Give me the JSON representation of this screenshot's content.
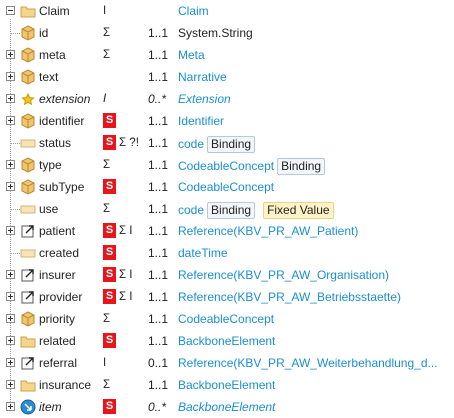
{
  "root": {
    "name": "Claim",
    "flags": "I",
    "type": "Claim"
  },
  "rows": [
    {
      "name": "id",
      "flags": "Σ",
      "card": "1..1",
      "type": "System.String"
    },
    {
      "name": "meta",
      "flags": "Σ",
      "card": "1..1",
      "type": "Meta"
    },
    {
      "name": "text",
      "flags": "",
      "card": "1..1",
      "type": "Narrative"
    },
    {
      "name": "extension",
      "flags": "I",
      "card": "0..*",
      "type": "Extension"
    },
    {
      "name": "identifier",
      "flags": "",
      "card": "1..1",
      "type": "Identifier"
    },
    {
      "name": "status",
      "flags": "Σ ?!",
      "card": "1..1",
      "type": "code",
      "tag": "Binding"
    },
    {
      "name": "type",
      "flags": "Σ",
      "card": "1..1",
      "type": "CodeableConcept",
      "tag": "Binding"
    },
    {
      "name": "subType",
      "flags": "",
      "card": "1..1",
      "type": "CodeableConcept"
    },
    {
      "name": "use",
      "flags": "Σ",
      "card": "1..1",
      "type": "code",
      "tag": "Binding",
      "tag2": "Fixed Value"
    },
    {
      "name": "patient",
      "flags": "Σ I",
      "card": "1..1",
      "type_pre": "Reference(",
      "type_link": "KBV_PR_AW_Patient",
      "type_post": ")"
    },
    {
      "name": "created",
      "flags": "",
      "card": "1..1",
      "type": "dateTime"
    },
    {
      "name": "insurer",
      "flags": "Σ I",
      "card": "1..1",
      "type_pre": "Reference(",
      "type_link": "KBV_PR_AW_Organisation",
      "type_post": ")"
    },
    {
      "name": "provider",
      "flags": "Σ I",
      "card": "1..1",
      "type_pre": "Reference(",
      "type_link": "KBV_PR_AW_Betriebsstaette",
      "type_post": ")"
    },
    {
      "name": "priority",
      "flags": "Σ",
      "card": "1..1",
      "type": "CodeableConcept"
    },
    {
      "name": "related",
      "flags": "",
      "card": "1..1",
      "type": "BackboneElement"
    },
    {
      "name": "referral",
      "flags": "I",
      "card": "0..1",
      "type_pre": "Reference(",
      "type_link": "KBV_PR_AW_Weiterbehandlung_d...",
      "type_post": ""
    },
    {
      "name": "insurance",
      "flags": "Σ",
      "card": "1..1",
      "type": "BackboneElement"
    },
    {
      "name": "item",
      "flags": "",
      "card": "0..*",
      "type": "BackboneElement"
    }
  ],
  "slice_badge": "S",
  "colors": {
    "link": "#1a8fd1",
    "slice_badge": "#e8161b"
  },
  "icons": [
    "resource-icon",
    "element-icon",
    "extension-icon",
    "primitive-icon",
    "reference-icon",
    "backbone-icon",
    "item-icon"
  ]
}
